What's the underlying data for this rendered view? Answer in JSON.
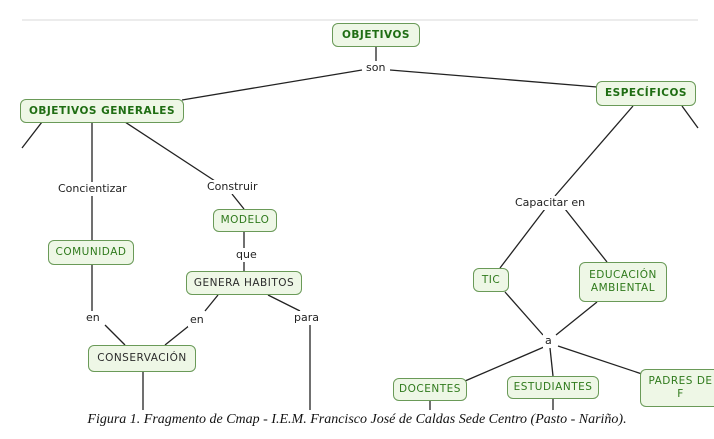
{
  "nodes": {
    "objetivos": "OBJETIVOS",
    "objetivos_generales": "OBJETIVOS GENERALES",
    "especificos": "ESPECÍFICOS",
    "modelo": "MODELO",
    "comunidad": "COMUNIDAD",
    "genera_habitos": "GENERA HABITOS",
    "conservacion": "CONSERVACIÓN",
    "tic": "TIC",
    "educacion_ambiental": "EDUCACIÓN AMBIENTAL",
    "docentes": "DOCENTES",
    "estudiantes": "ESTUDIANTES",
    "padres": "PADRES DE F"
  },
  "links": {
    "son": "son",
    "concientizar": "Concientizar",
    "construir": "Construir",
    "que": "que",
    "en_comunidad": "en",
    "en_habitos": "en",
    "para": "para",
    "capacitar_en": "Capacitar en",
    "a": "a"
  },
  "caption": "Figura 1. Fragmento de Cmap - I.E.M. Francisco José de Caldas Sede Centro (Pasto - Nariño)."
}
